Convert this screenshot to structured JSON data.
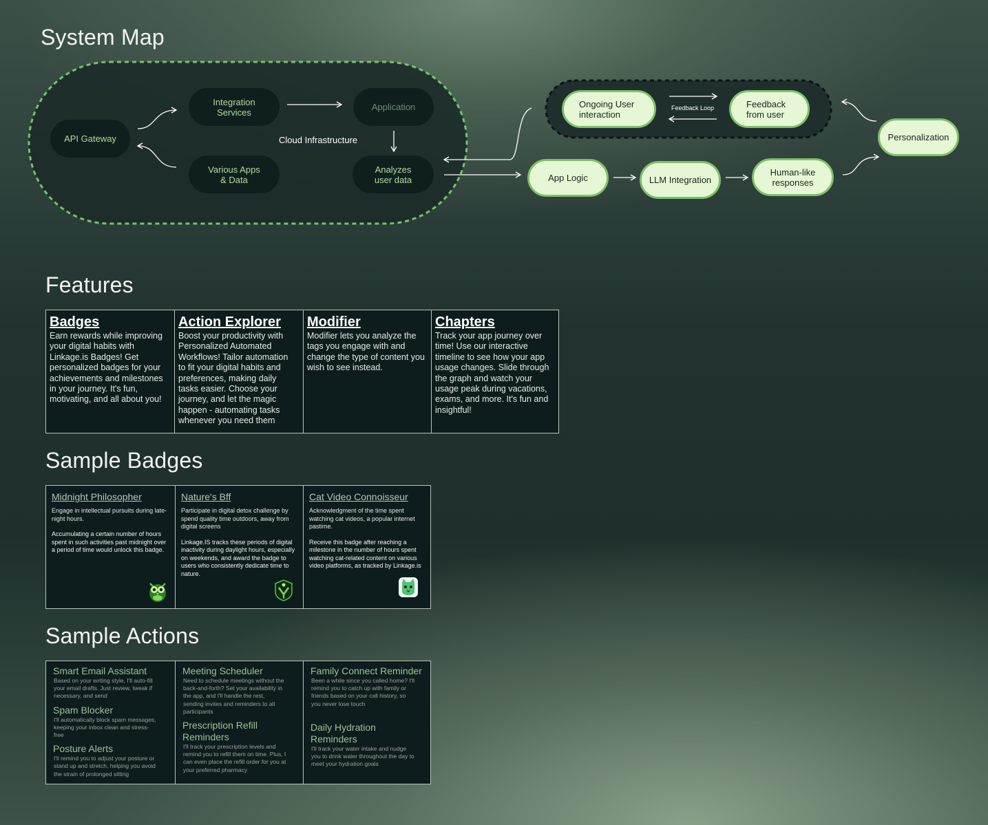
{
  "sections": {
    "system_map": "System Map",
    "features": "Features",
    "sample_badges": "Sample Badges",
    "sample_actions": "Sample Actions"
  },
  "system_map": {
    "cloud_label": "Cloud Infrastructure",
    "api_gateway": "API Gateway",
    "integration_services": [
      "Integration",
      "Services"
    ],
    "application": "Application",
    "various_apps": [
      "Various Apps",
      "& Data"
    ],
    "analyzes_user_data": [
      "Analyzes",
      "user data"
    ],
    "ongoing_user": [
      "Ongoing User",
      "interaction"
    ],
    "feedback_loop": "Feedback Loop",
    "feedback_from_user": [
      "Feedback",
      "from user"
    ],
    "personalization": "Personalization",
    "app_logic": "App Logic",
    "llm_integration": "LLM Integration",
    "human_like": [
      "Human-like",
      "responses"
    ],
    "colors": {
      "accent": "#7cc16a",
      "light_node": "#e6f7d5",
      "dark_node": "#0f1f1e"
    }
  },
  "features": [
    {
      "title": "Badges",
      "desc": "Earn rewards while improving your digital habits with Linkage.is Badges! Get personalized badges for your achievements and milestones in your journey. It's fun, motivating, and all about you!"
    },
    {
      "title": "Action Explorer",
      "desc": "Boost your productivity with Personalized Automated Workflows! Tailor automation to fit your digital habits and preferences, making daily tasks easier. Choose your journey, and let the magic happen - automating tasks whenever you need them"
    },
    {
      "title": "Modifier",
      "desc": "Modifier lets you analyze the tags you engage with and change the type of content you wish to see instead."
    },
    {
      "title": "Chapters",
      "desc": "Track your app journey over time! Use our interactive timeline to see how your app usage changes. Slide through the graph and watch your usage peak during vacations, exams, and more. It's fun and insightful!"
    }
  ],
  "badges": [
    {
      "title": "Midnight Philosopher",
      "desc": "Engage in intellectual pursuits during late-night hours.",
      "rule": "Accumulating a certain number of hours spent in such activities past midnight over a period of time would unlock this badge.",
      "icon": "owl-icon"
    },
    {
      "title": "Nature's Bff",
      "desc": "Participate in digital detox challenge by spend quality time outdoors, away from digital screens",
      "rule": "Linkage.IS tracks these periods of digital inactivity during daylight hours, especially on weekends, and award the badge to users who consistently dedicate time to nature.",
      "icon": "leaf-shield-icon"
    },
    {
      "title": "Cat Video Connoisseur",
      "desc": "Acknowledgment of the time spent watching cat videos, a popular internet pastime.",
      "rule": "Receive this badge after reaching a milestone in the number of hours spent watching cat-related content on various video platforms, as tracked by Linkage.is",
      "icon": "cat-icon"
    }
  ],
  "actions": [
    [
      {
        "title": "Smart Email Assistant",
        "desc": "Based on your writing style, I'll auto-fill your email drafts. Just review, tweak if necessary, and send"
      },
      {
        "title": "Spam Blocker",
        "desc": "I'll automatically block spam messages, keeping your inbox clean and stress-free"
      },
      {
        "title": "Posture Alerts",
        "desc": "I'll remind you to adjust your posture or stand up and stretch, helping you avoid the strain of prolonged sitting"
      }
    ],
    [
      {
        "title": "Meeting Scheduler",
        "desc": "Need to schedule meetings without the back-and-forth? Set your availability in the app, and I'll handle the rest, sending invites and reminders to all participants"
      },
      {
        "title": "Prescription Refill Reminders",
        "desc": "I'll track your prescription levels and remind you to refill them on time. Plus, I can even place the refill order for you at your preferred pharmacy"
      }
    ],
    [
      {
        "title": "Family Connect Reminder",
        "desc": "Been a while since you called home?  I'll remind you to catch up with family or friends based on your call history, so you never lose touch"
      },
      {
        "title": "Daily Hydration Reminders",
        "desc": "I'll track your water intake and nudge you to drink water throughout the day to meet your hydration goals"
      }
    ]
  ]
}
